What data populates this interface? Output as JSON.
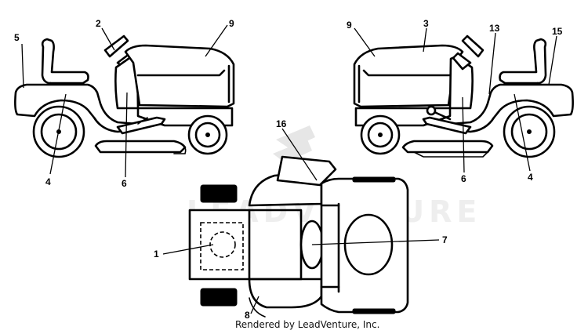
{
  "footer": {
    "text": "Rendered by LeadVenture, Inc."
  },
  "watermark": {
    "text": "LEADVENTURE"
  },
  "callouts": {
    "c1": "1",
    "c2": "2",
    "c3": "3",
    "c4_left": "4",
    "c4_right": "4",
    "c5": "5",
    "c6_left": "6",
    "c6_right": "6",
    "c7": "7",
    "c8": "8",
    "c9_left": "9",
    "c9_right": "9",
    "c13": "13",
    "c15": "15",
    "c16": "16"
  }
}
